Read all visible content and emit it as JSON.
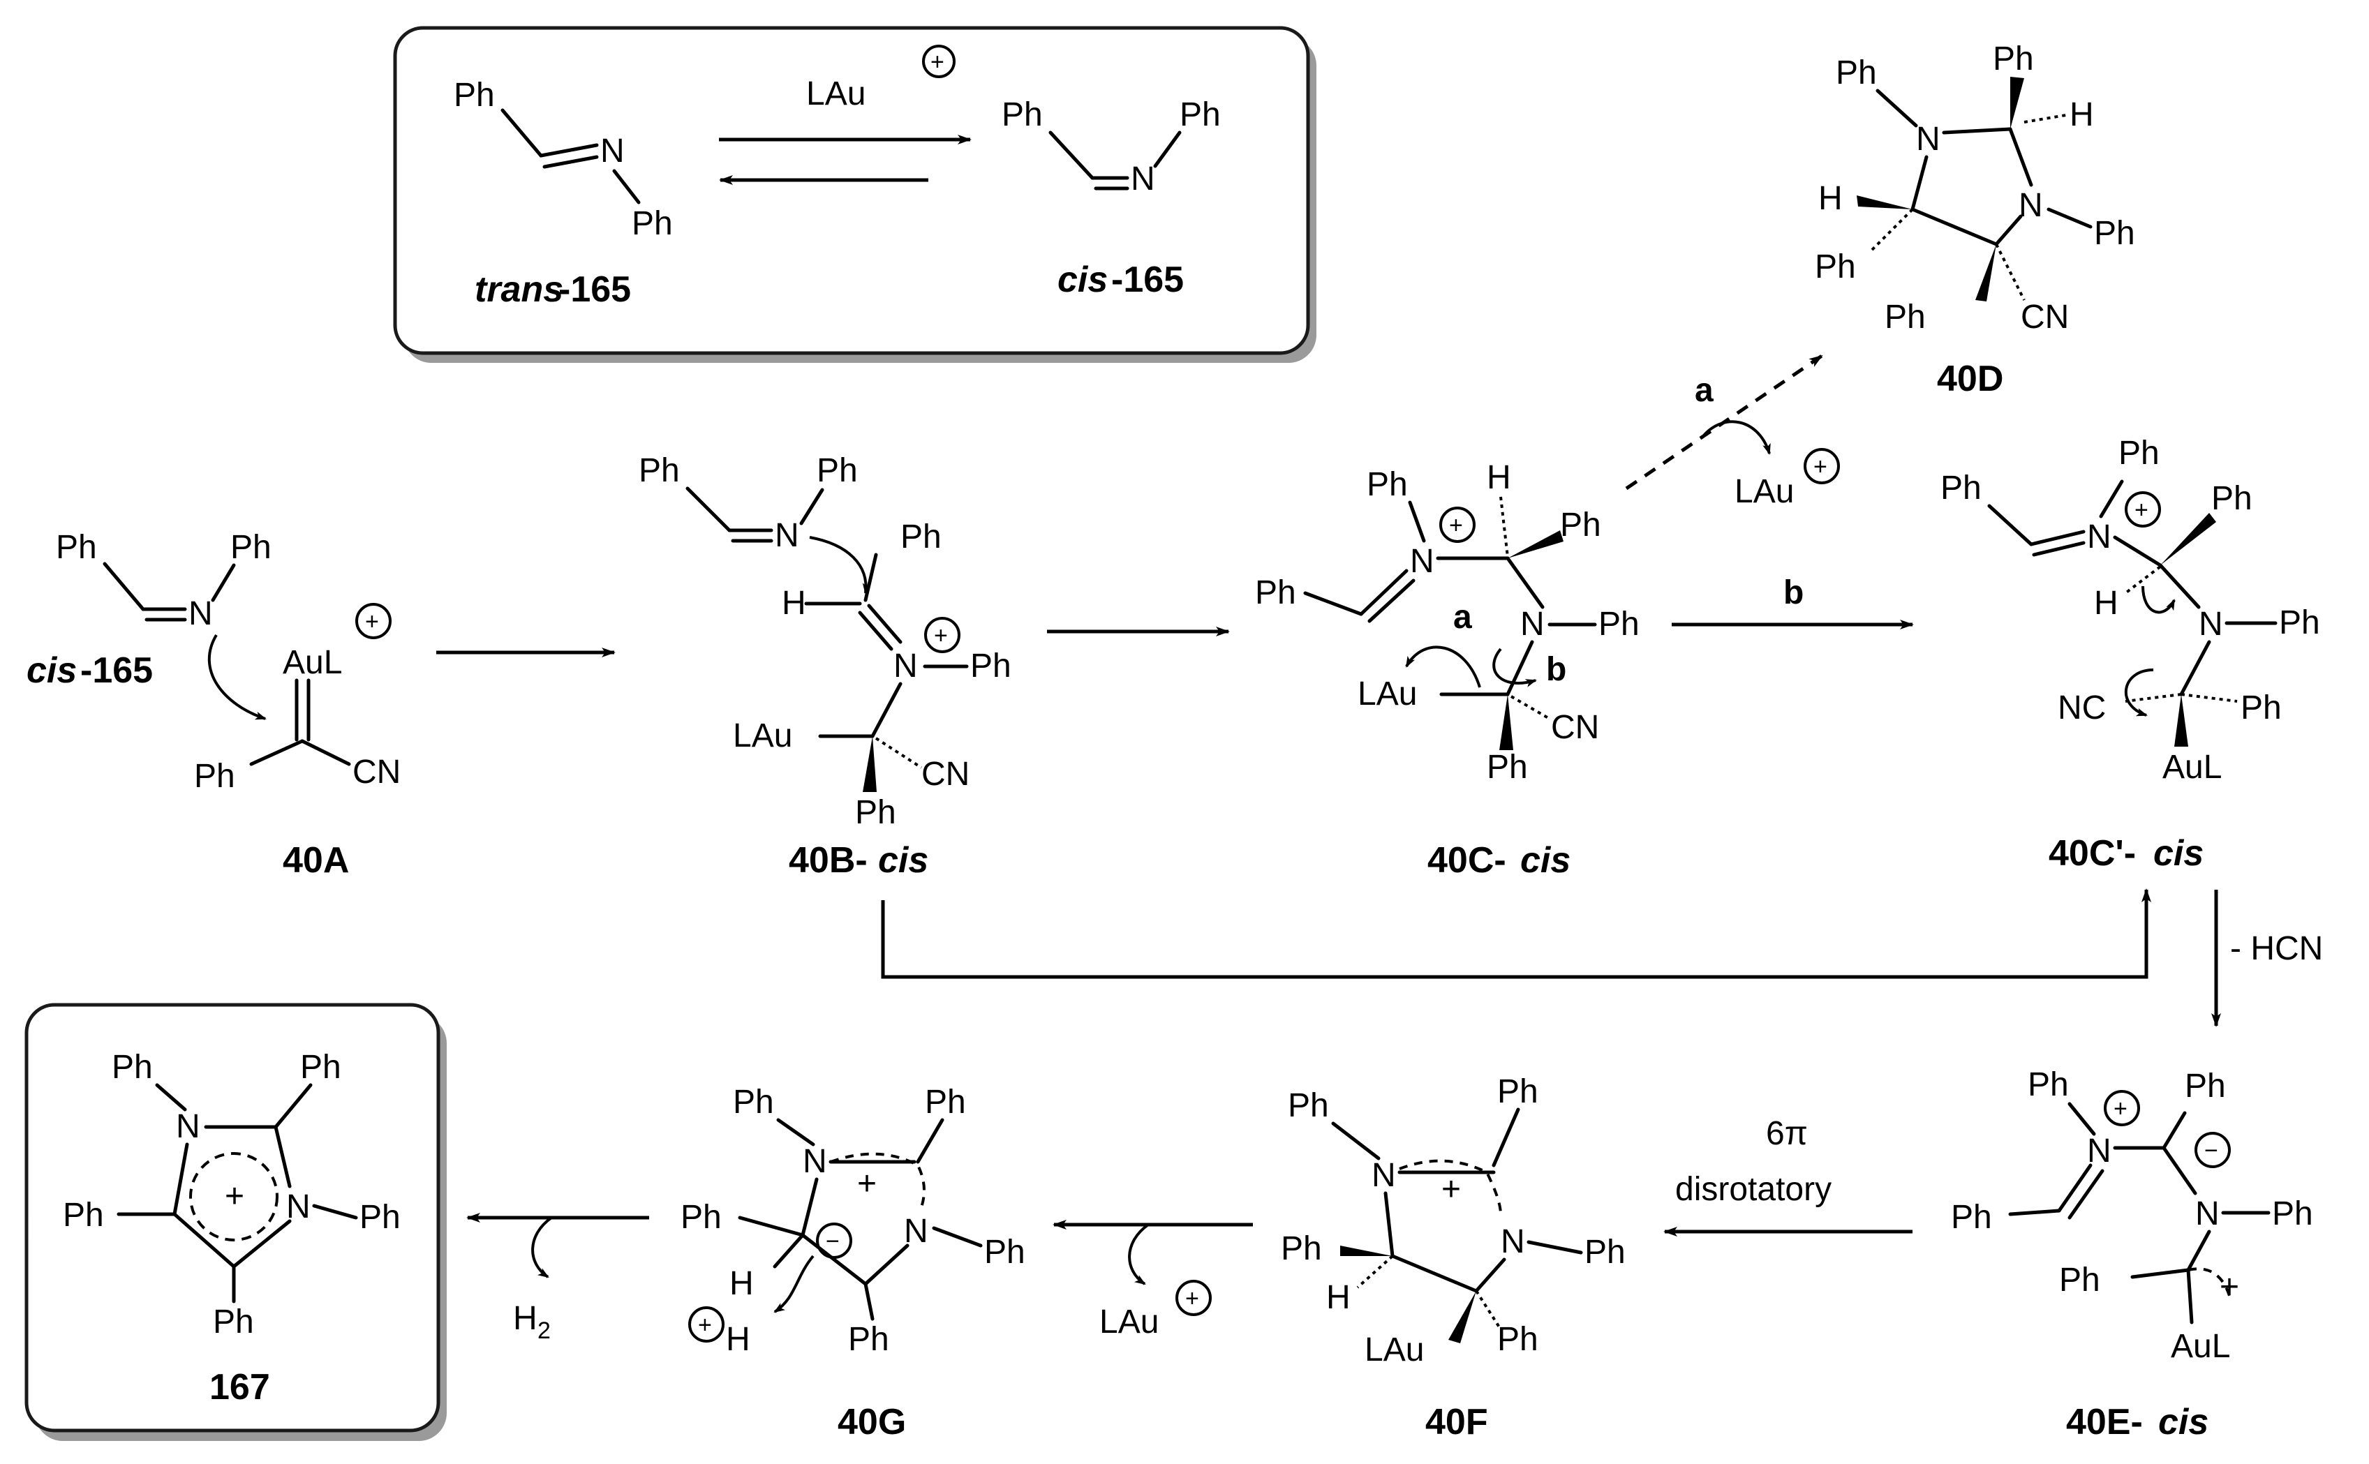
{
  "atoms": {
    "Ph": "Ph",
    "N": "N",
    "H": "H",
    "CN": "CN",
    "NC": "NC",
    "AuL": "AuL",
    "LAu": "LAu",
    "H2": "H",
    "two": "2",
    "plus": "+",
    "minus": "−",
    "a": "a",
    "b": "b"
  },
  "compounds": {
    "trans165_pre": "trans",
    "trans165_num": "-165",
    "cis165_pre": "cis",
    "cis165_num": "-165",
    "c40A": "40A",
    "c40B_num": "40B-",
    "c40B_suf": "cis",
    "c40C_num": "40C-",
    "c40C_suf": "cis",
    "c40Cp_num": "40C'-",
    "c40Cp_suf": "cis",
    "c40D": "40D",
    "c40E_num": "40E-",
    "c40E_suf": "cis",
    "c40F": "40F",
    "c40G": "40G",
    "c167": "167"
  },
  "conditions": {
    "minus_hcn": "- HCN",
    "six_pi": "6π",
    "disrotatory": "disrotatory"
  }
}
